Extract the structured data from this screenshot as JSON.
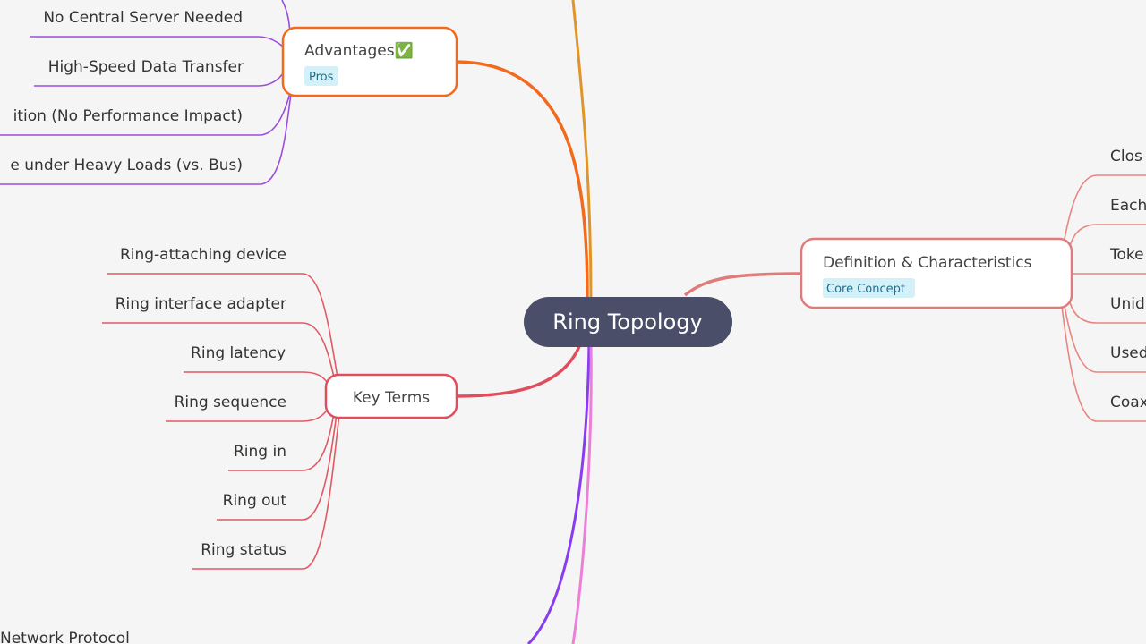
{
  "colors": {
    "background": "#f5f5f5",
    "root_fill": "#4a4e69",
    "advantages": "#f26b1d",
    "advantages_leaves": "#9b4de0",
    "key_terms": "#e04e5e",
    "key_terms_leaves": "#e05a66",
    "definition": "#e07b7b",
    "definition_leaves": "#e8867f",
    "orange_branch": "#e0952b",
    "purple_branch": "#8a3cf0",
    "pink_branch": "#ec7fd8",
    "tag_bg": "#d4f0f8"
  },
  "root": {
    "label": "Ring Topology"
  },
  "advantages": {
    "label": "Advantages✅",
    "tag": "Pros",
    "items": [
      "No Central Server Needed",
      "High-Speed Data Transfer",
      "ition (No Performance Impact)",
      "e under Heavy Loads (vs. Bus)"
    ]
  },
  "key_terms": {
    "label": "Key Terms",
    "items": [
      "Ring-attaching device",
      "Ring interface adapter",
      "Ring latency",
      "Ring sequence",
      "Ring in",
      "Ring out",
      "Ring status"
    ]
  },
  "definition": {
    "label": "Definition & Characteristics",
    "tag": "Core Concept",
    "items": [
      "Clos",
      "Each",
      "Toke",
      "Unid",
      "Used",
      "Coax"
    ]
  },
  "bottom_partial": {
    "label": "Network Protocol"
  }
}
